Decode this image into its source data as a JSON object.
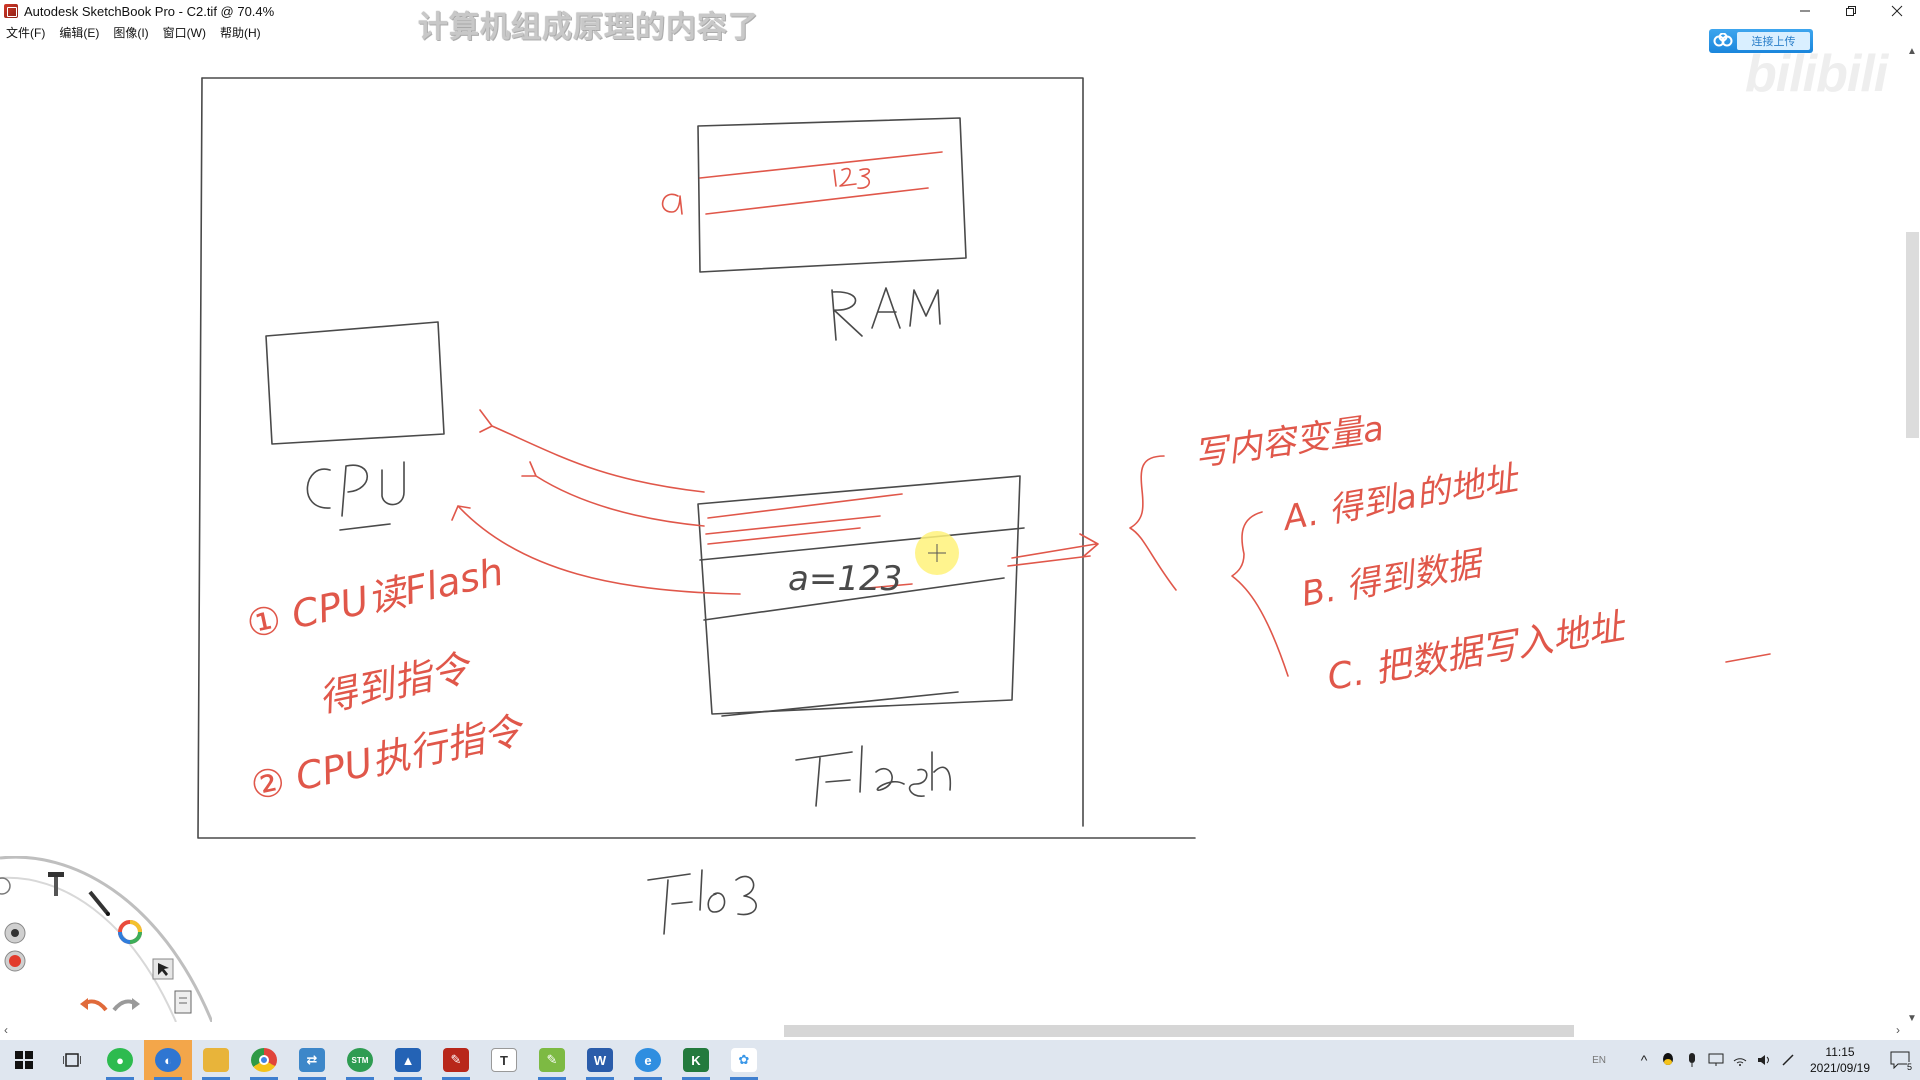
{
  "window": {
    "title": "Autodesk SketchBook Pro - C2.tif @ 70.4%",
    "subtitle_overlay": "计算机组成原理的内容了",
    "controls": [
      "minimize-icon",
      "restore-icon",
      "close-icon"
    ]
  },
  "menu": [
    {
      "label": "文件(F)"
    },
    {
      "label": "编辑(E)"
    },
    {
      "label": "图像(I)"
    },
    {
      "label": "窗口(W)"
    },
    {
      "label": "帮助(H)"
    }
  ],
  "cloud_upload": {
    "label": "连接上传"
  },
  "watermark": "bilibili",
  "sketch": {
    "ink_colors": {
      "pen": "#4a4a4a",
      "red": "#e0574a",
      "highlight": "#fff27a"
    },
    "labels": {
      "ram": "RAM",
      "cpu": "CPU",
      "flash": "Flash",
      "flash_partial": "Flo3",
      "var_a": "a",
      "ram_value": "123",
      "flash_value": "a=123",
      "step1_line1": "① CPU读Flash",
      "step1_line2": "得到指令",
      "step2": "② CPU执行指令",
      "note_title": "写内容变量a",
      "note_a": "A. 得到a的地址",
      "note_b": "B. 得到数据",
      "note_c": "C. 把数据写入地址"
    }
  },
  "lagoon_tools": [
    "brush-icon",
    "pen-tool-icon",
    "color-wheel-icon",
    "select-tool-icon",
    "layer-icon",
    "brush-size-icon",
    "color-swatch-icon",
    "undo-icon",
    "redo-icon"
  ],
  "taskbar": {
    "apps": [
      {
        "name": "start",
        "icon": "windows-start-icon"
      },
      {
        "name": "task-view",
        "icon": "task-view-icon"
      },
      {
        "name": "wechat",
        "icon": "wechat-icon",
        "color": "#2dbb4f"
      },
      {
        "name": "screen-recorder",
        "icon": "recorder-icon",
        "color": "#2f76d2"
      },
      {
        "name": "explorer",
        "icon": "folder-icon",
        "color": "#e8b43a"
      },
      {
        "name": "chrome",
        "icon": "chrome-icon",
        "color": "#2f9a46"
      },
      {
        "name": "remote",
        "icon": "remote-icon",
        "color": "#3d87c9"
      },
      {
        "name": "stm32",
        "icon": "chip-icon",
        "color": "#2e9c52"
      },
      {
        "name": "photos",
        "icon": "photos-icon",
        "color": "#2463b5"
      },
      {
        "name": "sketchbook",
        "icon": "sketchbook-icon",
        "color": "#b8271a"
      },
      {
        "name": "text-editor",
        "icon": "text-icon",
        "color": "#ffffff",
        "glyph": "T"
      },
      {
        "name": "notepad-plus",
        "icon": "notepad-icon",
        "color": "#7dba43"
      },
      {
        "name": "word",
        "icon": "word-icon",
        "color": "#2a5caa",
        "glyph": "W"
      },
      {
        "name": "browser",
        "icon": "browser-icon",
        "color": "#2f8ee0"
      },
      {
        "name": "keil",
        "icon": "keil-icon",
        "color": "#237a3d",
        "glyph": "K"
      },
      {
        "name": "cloud",
        "icon": "cloud-icon",
        "color": "#3a97e8"
      }
    ],
    "tray": {
      "lang": "EN",
      "icons": [
        "chevron-up-icon",
        "qq-icon",
        "microphone-icon",
        "display-icon",
        "wifi-icon",
        "volume-icon",
        "pen-icon"
      ],
      "time": "11:15",
      "date": "2021/09/19",
      "notification_count": "5"
    }
  }
}
